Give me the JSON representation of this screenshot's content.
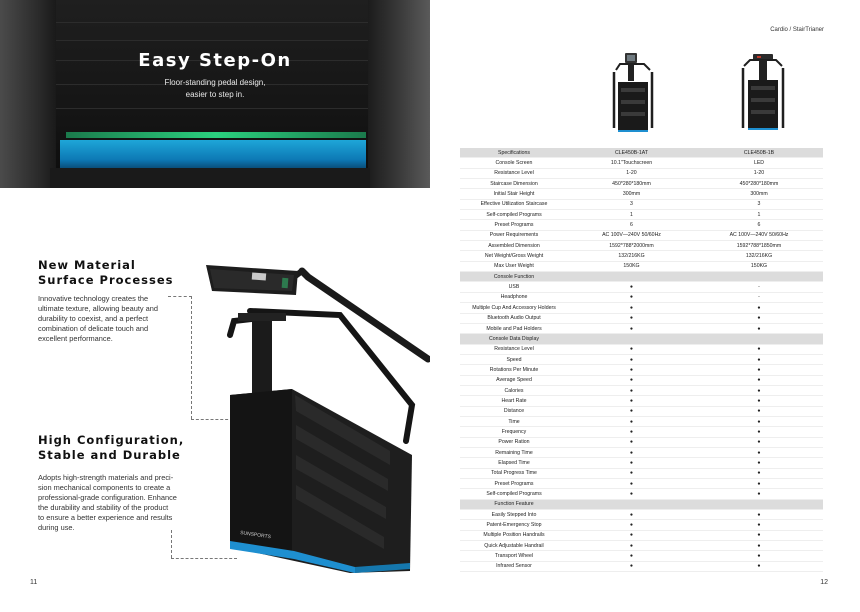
{
  "left_page": {
    "hero": {
      "title": "Easy Step-On",
      "subtitle_line1": "Floor-standing pedal design,",
      "subtitle_line2": "easier to step in."
    },
    "section1": {
      "title_line1": "New Material",
      "title_line2": "Surface Processes",
      "text": [
        "Innovative technology creates the",
        "ultimate texture, allowing beauty and",
        "durability to coexist, and a perfect",
        "combination of delicate touch and",
        "excellent performance."
      ]
    },
    "section2": {
      "title_line1": "High Configuration,",
      "title_line2": "Stable and Durable",
      "text": [
        "Adopts high-strength materials and preci-",
        "sion mechanical components to create a",
        "professional-grade configuration. Enhance",
        "the durability and stability of the product",
        "to ensure a better experience and results",
        "during use."
      ]
    },
    "brand_on_machine": "SUNSPORTS",
    "page_number": "11"
  },
  "right_page": {
    "breadcrumb": "Cardio / StairTrianer",
    "page_number": "12",
    "table": {
      "headers": [
        "Specifications",
        "CLE450B-1AT",
        "CLE450B-1B"
      ],
      "rows": [
        {
          "type": "row",
          "label": "Console Screen",
          "a": "10.1\"Touchscreen",
          "b": "LED"
        },
        {
          "type": "row",
          "label": "Resistance Level",
          "a": "1-20",
          "b": "1-20"
        },
        {
          "type": "row",
          "label": "Staircase Dimension",
          "a": "450*280*180mm",
          "b": "450*280*180mm"
        },
        {
          "type": "row",
          "label": "Initial Stair Height",
          "a": "300mm",
          "b": "300mm"
        },
        {
          "type": "row",
          "label": "Effective Utilization Staircase",
          "a": "3",
          "b": "3"
        },
        {
          "type": "row",
          "label": "Self-compiled Programs",
          "a": "1",
          "b": "1"
        },
        {
          "type": "row",
          "label": "Preset Programs",
          "a": "6",
          "b": "6"
        },
        {
          "type": "row",
          "label": "Power Requirements",
          "a": "AC 100V—240V 50/60Hz",
          "b": "AC 100V—240V 50/60Hz"
        },
        {
          "type": "row",
          "label": "Assembled Dimension",
          "a": "1592*788*2000mm",
          "b": "1592*788*1850mm"
        },
        {
          "type": "row",
          "label": "Net Weight/Gross Weight",
          "a": "132/216KG",
          "b": "132/216KG"
        },
        {
          "type": "row",
          "label": "Max User Weight",
          "a": "150KG",
          "b": "150KG"
        },
        {
          "type": "group",
          "label": "Console Function"
        },
        {
          "type": "row",
          "label": "USB",
          "a": "●",
          "b": "-"
        },
        {
          "type": "row",
          "label": "Headphone",
          "a": "●",
          "b": "-"
        },
        {
          "type": "row",
          "label": "Multiple Cup And Accessory Holders",
          "a": "●",
          "b": "●"
        },
        {
          "type": "row",
          "label": "Bluetooth Audio Output",
          "a": "●",
          "b": "●"
        },
        {
          "type": "row",
          "label": "Mobile and Pad Holders",
          "a": "●",
          "b": "●"
        },
        {
          "type": "group",
          "label": "Console Data Display"
        },
        {
          "type": "row",
          "label": "Resistance Level",
          "a": "●",
          "b": "●"
        },
        {
          "type": "row",
          "label": "Speed",
          "a": "●",
          "b": "●"
        },
        {
          "type": "row",
          "label": "Rotations Per Minute",
          "a": "●",
          "b": "●"
        },
        {
          "type": "row",
          "label": "Average Speed",
          "a": "●",
          "b": "●"
        },
        {
          "type": "row",
          "label": "Calories",
          "a": "●",
          "b": "●"
        },
        {
          "type": "row",
          "label": "Heart Rate",
          "a": "●",
          "b": "●"
        },
        {
          "type": "row",
          "label": "Distance",
          "a": "●",
          "b": "●"
        },
        {
          "type": "row",
          "label": "Time",
          "a": "●",
          "b": "●"
        },
        {
          "type": "row",
          "label": "Frequency",
          "a": "●",
          "b": "●"
        },
        {
          "type": "row",
          "label": "Power Ration",
          "a": "●",
          "b": "●"
        },
        {
          "type": "row",
          "label": "Remaining Time",
          "a": "●",
          "b": "●"
        },
        {
          "type": "row",
          "label": "Elapsed Time",
          "a": "●",
          "b": "●"
        },
        {
          "type": "row",
          "label": "Total Progress Time",
          "a": "●",
          "b": "●"
        },
        {
          "type": "row",
          "label": "Preset Programs",
          "a": "●",
          "b": "●"
        },
        {
          "type": "row",
          "label": "Self-compiled Programs",
          "a": "●",
          "b": "●"
        },
        {
          "type": "group",
          "label": "Function Feature"
        },
        {
          "type": "row",
          "label": "Easily Stepped Into",
          "a": "●",
          "b": "●"
        },
        {
          "type": "row",
          "label": "Patent-Emergency Stop",
          "a": "●",
          "b": "●"
        },
        {
          "type": "row",
          "label": "Multiple Position Handrails",
          "a": "●",
          "b": "●"
        },
        {
          "type": "row",
          "label": "Quick Adjustable Handrail",
          "a": "●",
          "b": "●"
        },
        {
          "type": "row",
          "label": "Transport Wheel",
          "a": "●",
          "b": "●"
        },
        {
          "type": "row",
          "label": "Infrared Sensor",
          "a": "●",
          "b": "●"
        }
      ]
    }
  },
  "colors": {
    "accent_blue": "#1e8fd0",
    "accent_green": "#2bd17f",
    "table_header_bg": "#dcdcdc"
  }
}
